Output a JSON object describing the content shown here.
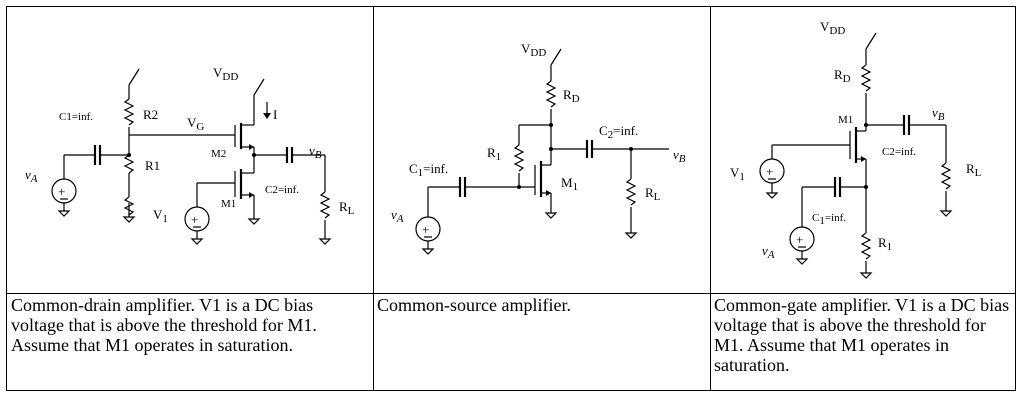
{
  "circuits": [
    {
      "labels": {
        "vdd_main": "V",
        "vdd_sub": "DD",
        "current": "I",
        "r2": "R2",
        "vg_main": "V",
        "vg_sub": "G",
        "c1": "C1=inf.",
        "r1": "R1",
        "m2": "M2",
        "vb_main": "v",
        "vb_sub": "B",
        "va_main": "v",
        "va_sub": "A",
        "c2": "C2=inf.",
        "m1": "M1",
        "v1_main": "V",
        "v1_sub": "1",
        "rl_main": "R",
        "rl_sub": "L"
      },
      "caption": "Common-drain amplifier. V1 is a DC bias voltage that is above the threshold for M1.  Assume that M1 operates in saturation."
    },
    {
      "labels": {
        "vdd_main": "V",
        "vdd_sub": "DD",
        "rd_main": "R",
        "rd_sub": "D",
        "c2": "C",
        "c2_sub": "2",
        "c2_rest": "=inf.",
        "r1_main": "R",
        "r1_sub": "1",
        "vb_main": "v",
        "vb_sub": "B",
        "c1": "C",
        "c1_sub": "1",
        "c1_rest": "=inf.",
        "m1_main": "M",
        "m1_sub": "1",
        "rl_main": "R",
        "rl_sub": "L",
        "va_main": "v",
        "va_sub": "A"
      },
      "caption": "Common-source amplifier."
    },
    {
      "labels": {
        "vdd_main": "V",
        "vdd_sub": "DD",
        "rd_main": "R",
        "rd_sub": "D",
        "m1": "M1",
        "vb_main": "v",
        "vb_sub": "B",
        "c2": "C2=inf.",
        "v1_main": "V",
        "v1_sub": "1",
        "rl_main": "R",
        "rl_sub": "L",
        "c1": "C",
        "c1_sub": "1",
        "c1_rest": "=inf.",
        "r1_main": "R",
        "r1_sub": "1",
        "va_main": "v",
        "va_sub": "A"
      },
      "caption": "Common-gate amplifier.  V1 is a DC bias voltage that is above the threshold for M1.  Assume that M1 operates in saturation."
    }
  ]
}
